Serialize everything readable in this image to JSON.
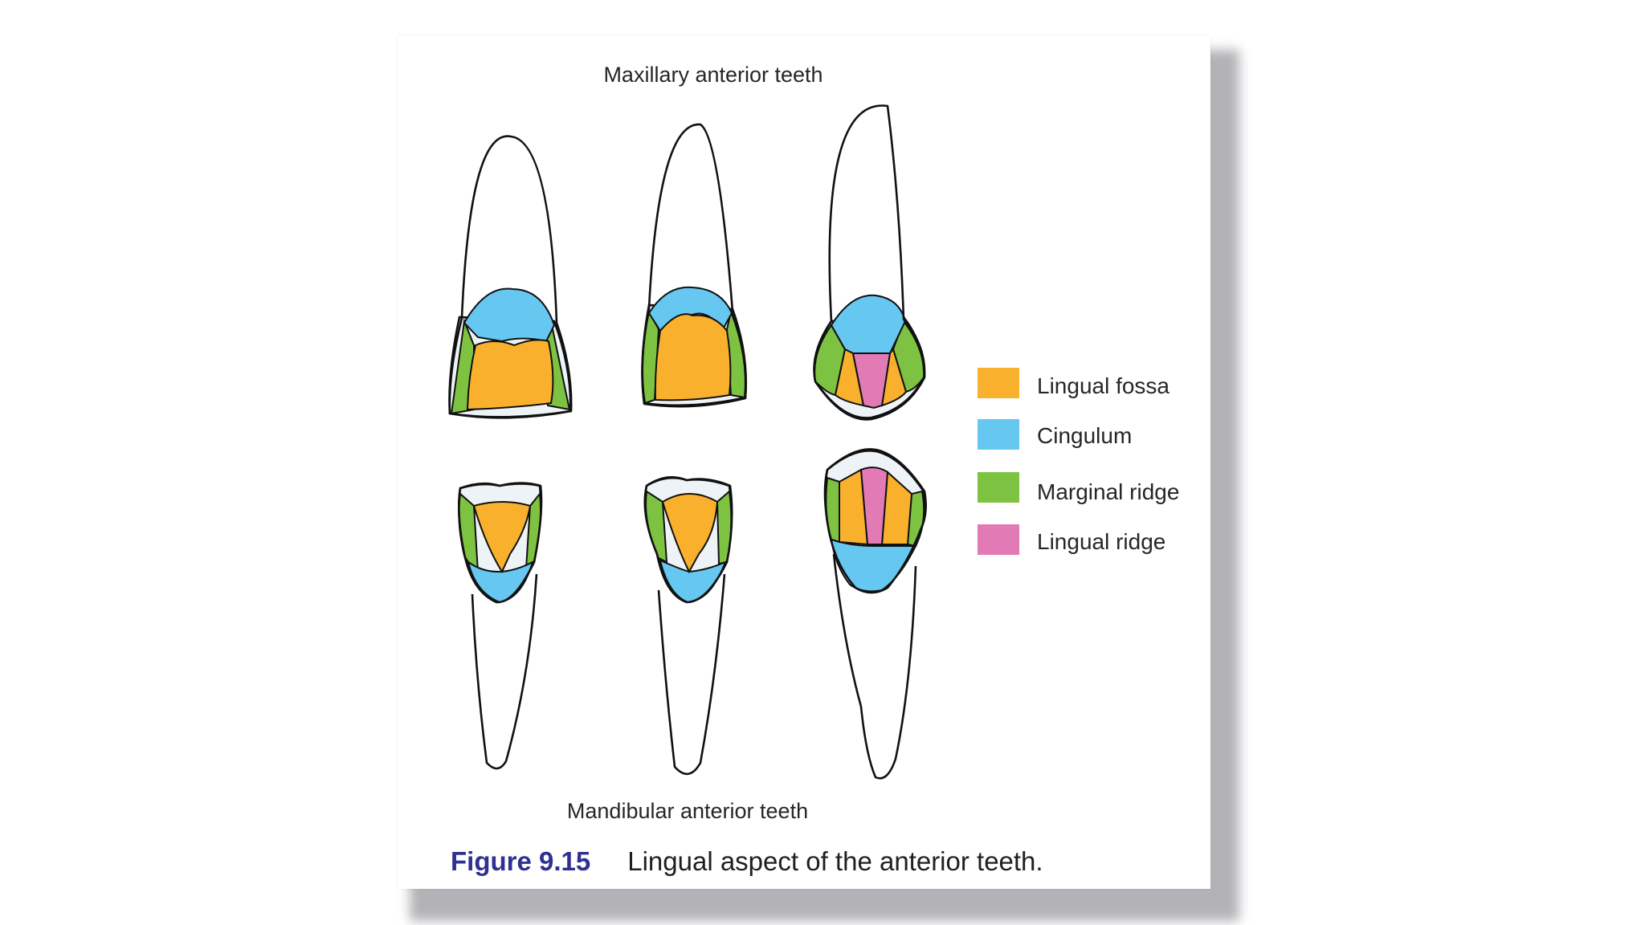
{
  "figure": {
    "top_label": "Maxillary anterior teeth",
    "bottom_label": "Mandibular anterior teeth",
    "caption_number": "Figure 9.15",
    "caption_text": "Lingual aspect of the anterior teeth."
  },
  "legend": [
    {
      "label": "Lingual fossa",
      "color": "#f9b12d"
    },
    {
      "label": "Cingulum",
      "color": "#66c7f0"
    },
    {
      "label": "Marginal ridge",
      "color": "#7ec242"
    },
    {
      "label": "Lingual ridge",
      "color": "#e27ab5"
    }
  ],
  "colors": {
    "fossa": "#f9b12d",
    "cingulum": "#66c7f0",
    "marginal": "#7ec242",
    "lingual_ridge": "#e27ab5",
    "figure_number": "#2e3192"
  }
}
